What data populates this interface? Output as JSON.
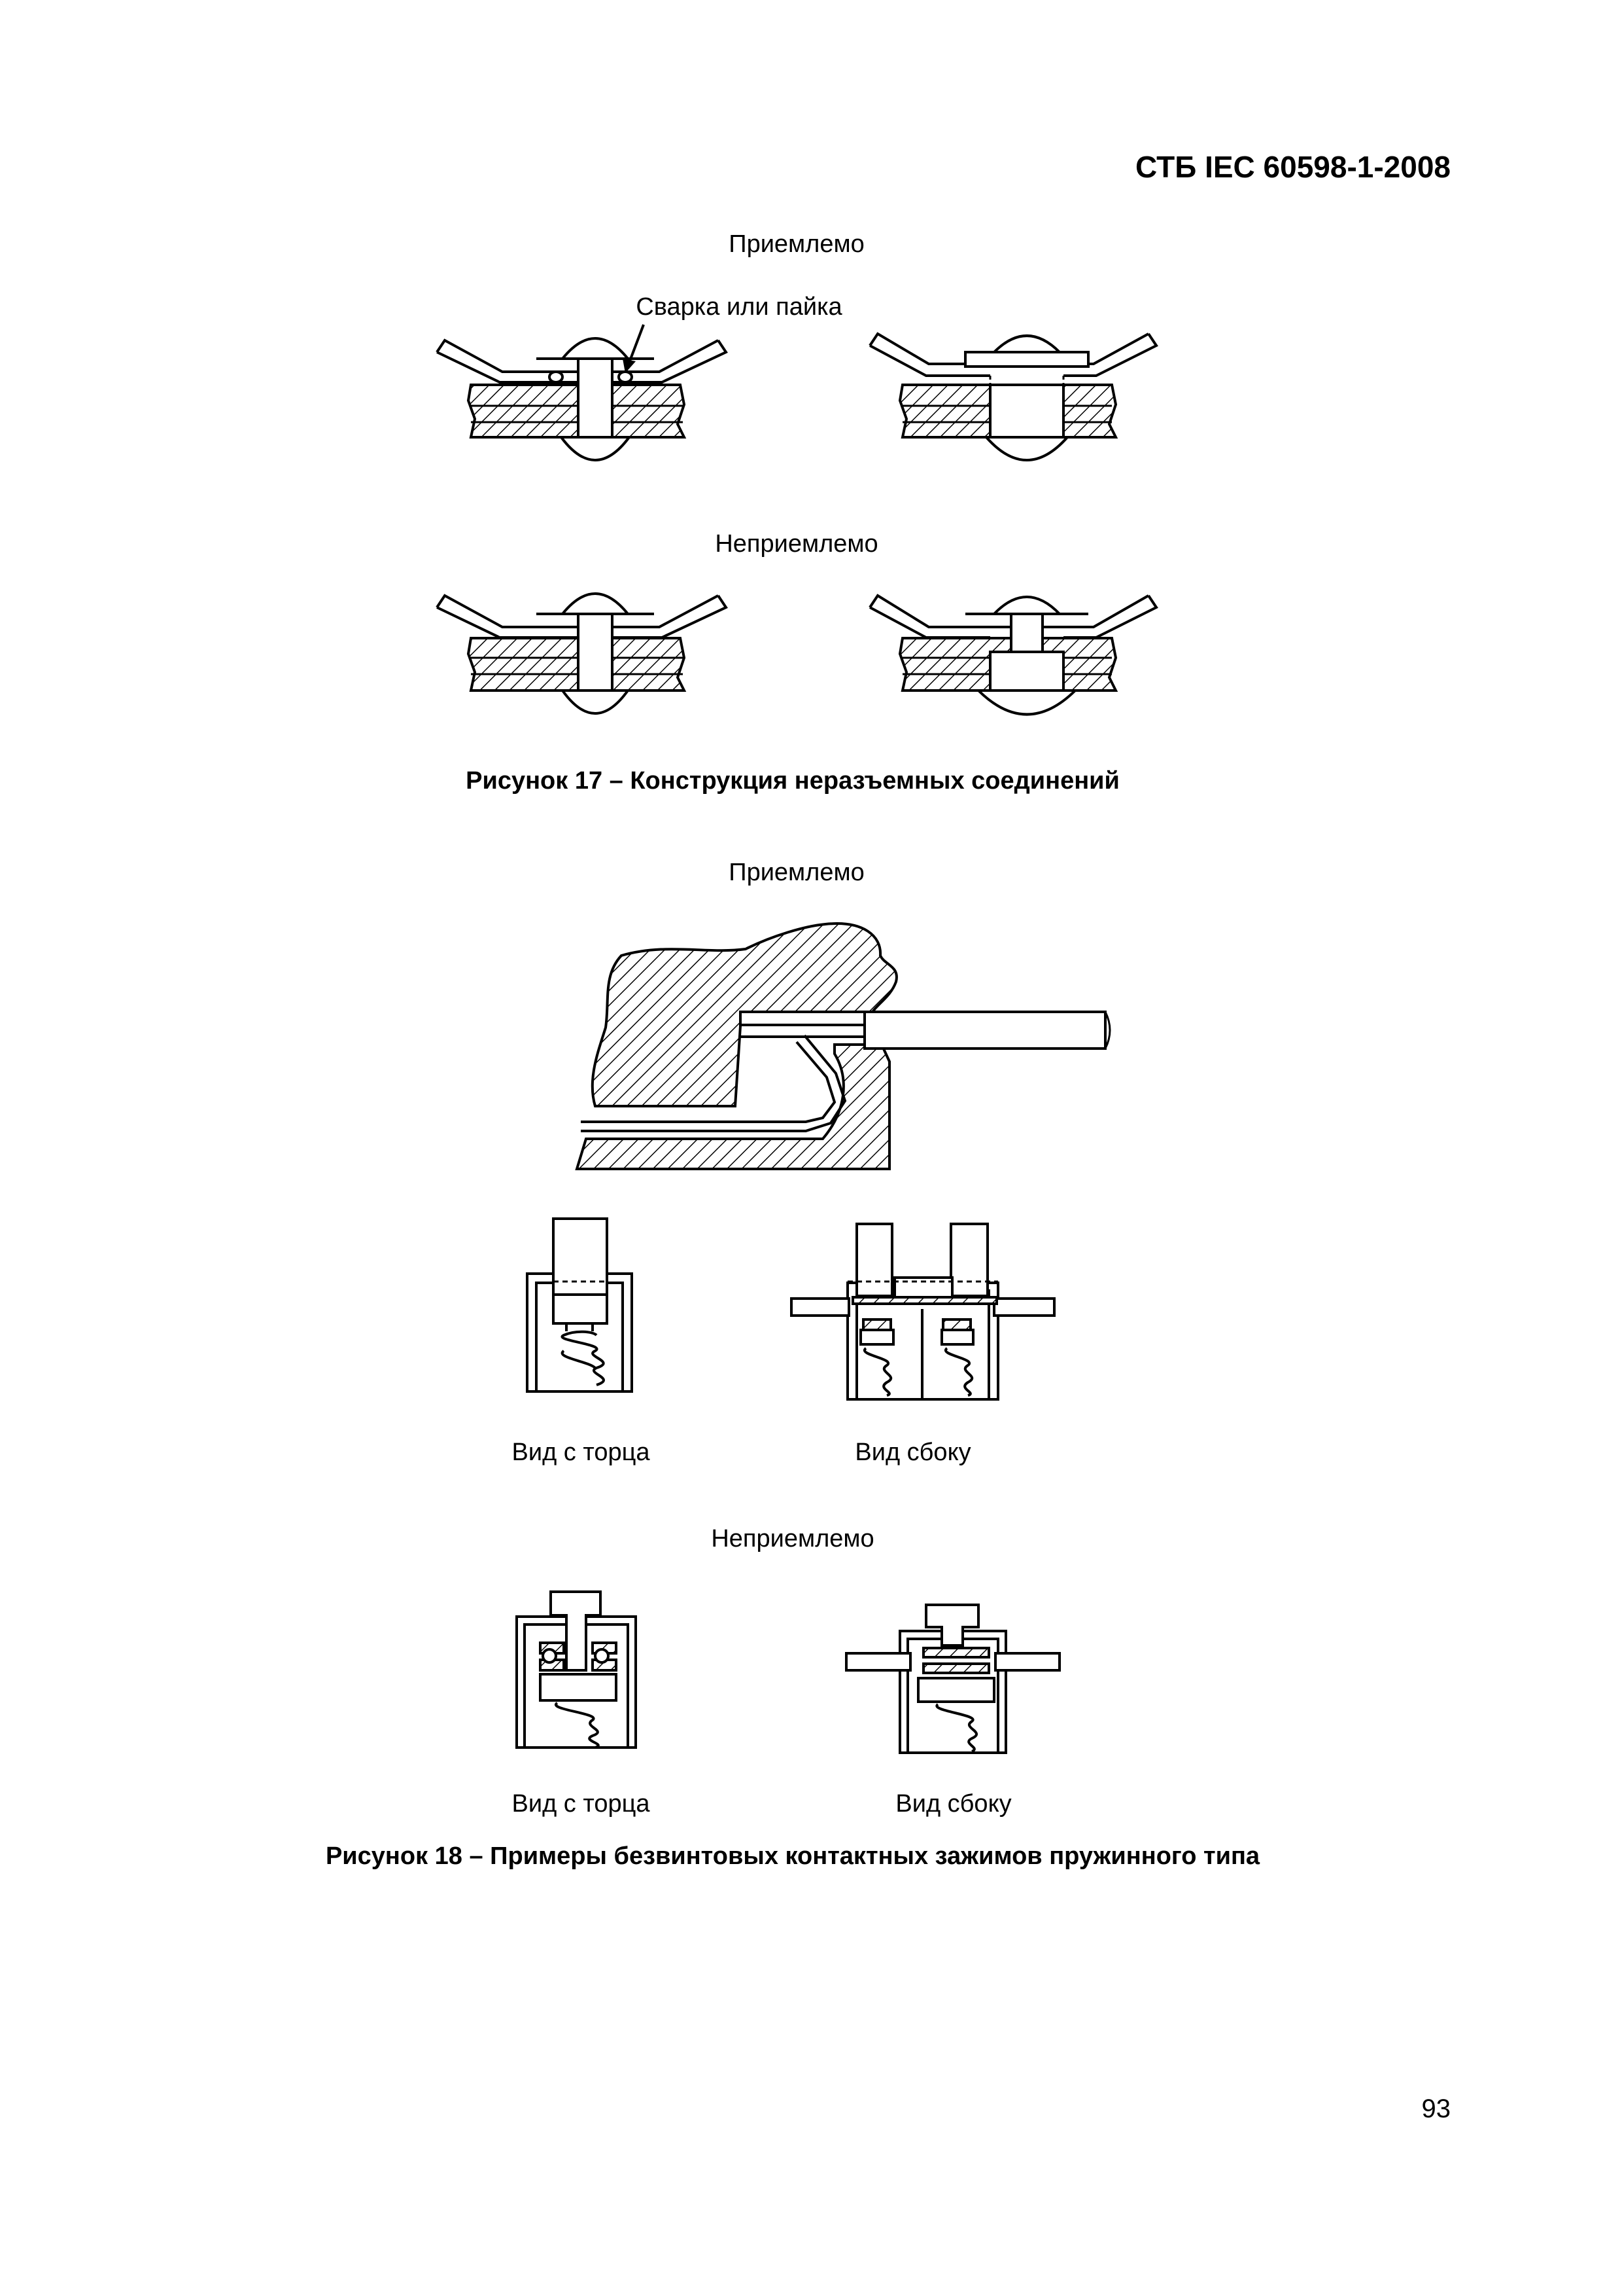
{
  "header": {
    "standard": "СТБ IEC 60598-1-2008"
  },
  "figure17": {
    "acceptable": "Приемлемо",
    "weld_note": "Сварка или пайка",
    "unacceptable": "Неприемлемо",
    "caption": "Рисунок 17 – Конструкция неразъемных соединений"
  },
  "figure18": {
    "acceptable": "Приемлемо",
    "unacceptable": "Неприемлемо",
    "end_view_top": "Вид с торца",
    "side_view_top": "Вид сбоку",
    "end_view_bottom": "Вид с торца",
    "side_view_bottom": "Вид сбоку",
    "caption": "Рисунок 18 – Примеры безвинтовых контактных зажимов пружинного типа"
  },
  "footer": {
    "page_number": "93"
  }
}
